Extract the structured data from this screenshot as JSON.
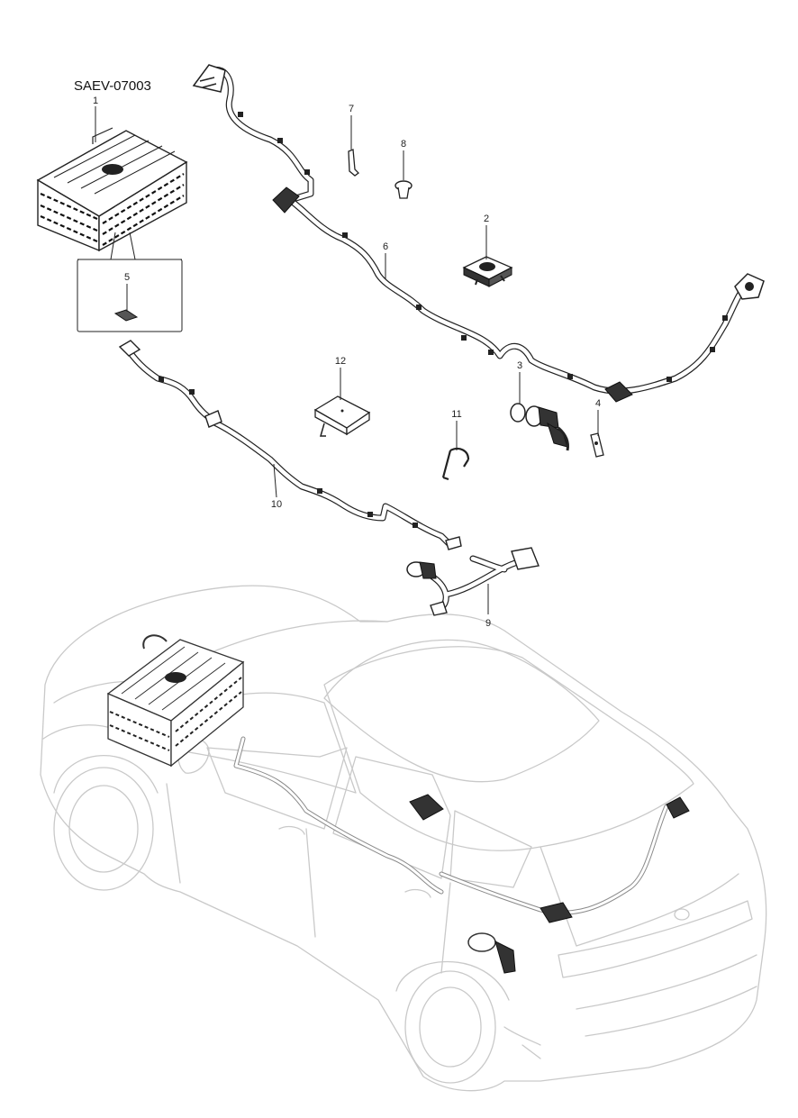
{
  "diagram": {
    "code": "SAEV-07003",
    "callouts": [
      {
        "id": "c1",
        "text": "1"
      },
      {
        "id": "c2",
        "text": "2"
      },
      {
        "id": "c3",
        "text": "3"
      },
      {
        "id": "c4",
        "text": "4"
      },
      {
        "id": "c5",
        "text": "5"
      },
      {
        "id": "c6",
        "text": "6"
      },
      {
        "id": "c7",
        "text": "7"
      },
      {
        "id": "c8",
        "text": "8"
      },
      {
        "id": "c9",
        "text": "9"
      },
      {
        "id": "c10",
        "text": "10"
      },
      {
        "id": "c11",
        "text": "11"
      },
      {
        "id": "c12",
        "text": "12"
      }
    ],
    "colors": {
      "ink": "#222222",
      "vehicle_outline": "#c9c9c9",
      "background": "#ffffff"
    }
  }
}
